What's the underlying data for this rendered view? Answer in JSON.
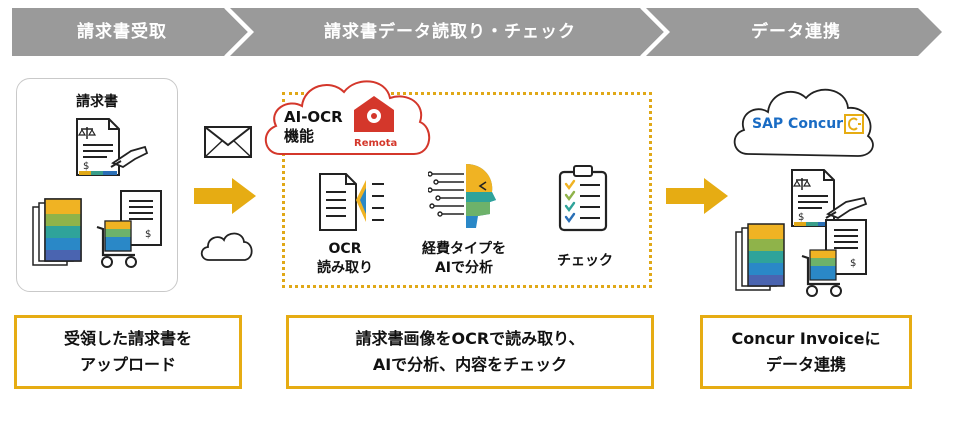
{
  "steps": [
    {
      "label": "請求書受取"
    },
    {
      "label": "請求書データ読取り・チェック"
    },
    {
      "label": "データ連携"
    }
  ],
  "receive": {
    "panel_title": "請求書",
    "caption": "受領した請求書を\nアップロード"
  },
  "ocr": {
    "cloud_label": "AI-OCR\n機能",
    "brand": "Remota",
    "items": [
      {
        "label": "OCR\n読み取り"
      },
      {
        "label": "経費タイプを\nAIで分析"
      },
      {
        "label": "チェック"
      }
    ],
    "caption": "請求書画像をOCRで読み取り、\nAIで分析、内容をチェック"
  },
  "link": {
    "brand": "SAP Concur",
    "caption": "Concur Invoiceに\nデータ連携"
  },
  "colors": {
    "header_gray": "#9a9a9a",
    "accent_orange": "#e6ac13",
    "remota_red": "#d4372b",
    "sap_blue": "#1a6cc4"
  },
  "icons": [
    "invoice-icon",
    "document-stack-icon",
    "cart-icon",
    "envelope-icon",
    "cloud-icon",
    "ocr-scan-icon",
    "ai-head-icon",
    "checklist-icon",
    "remota-logo-icon",
    "concur-logo-icon"
  ]
}
